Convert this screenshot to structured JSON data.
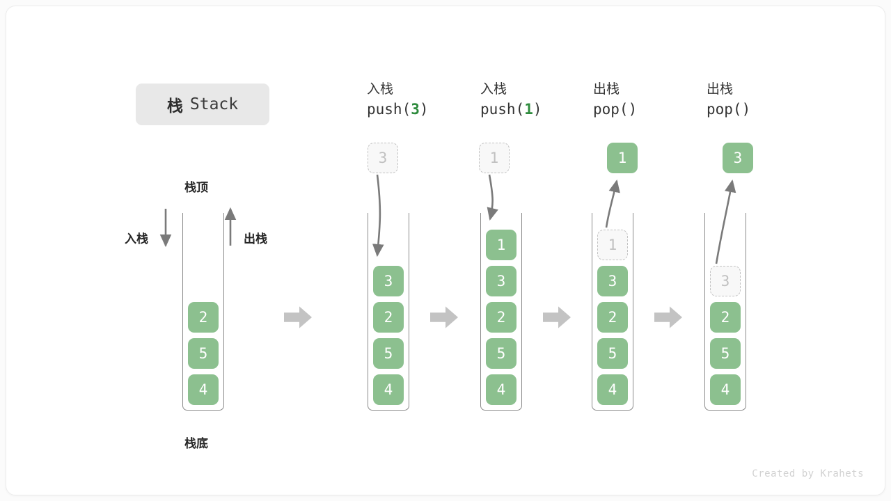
{
  "title": {
    "cn": "栈",
    "en": "Stack"
  },
  "labels": {
    "top": "栈顶",
    "bottom": "栈底",
    "push_side": "入栈",
    "pop_side": "出栈"
  },
  "footer": "Created by Krahets",
  "colors": {
    "element": "#8cc08f",
    "element_text": "#ffffff",
    "ghost_border": "#c2c2c2",
    "ghost_text": "#c0c0c0",
    "arrow": "#7a7a7a",
    "step_arrow": "#c3c3c3",
    "accent_code": "#2e8b3d",
    "chip_bg": "#e8e8e8"
  },
  "steps": [
    {
      "id": "initial",
      "op_cn": "",
      "op_code": "",
      "op_arg": "",
      "stack": [
        "2",
        "5",
        "4"
      ],
      "floating": null,
      "ghost_in_stack": null
    },
    {
      "id": "push-3",
      "op_cn": "入栈",
      "op_code_prefix": "push(",
      "op_arg": "3",
      "op_code_suffix": ")",
      "stack": [
        "3",
        "2",
        "5",
        "4"
      ],
      "floating": {
        "value": "3",
        "style": "ghost"
      },
      "ghost_in_stack": null
    },
    {
      "id": "push-1",
      "op_cn": "入栈",
      "op_code_prefix": "push(",
      "op_arg": "1",
      "op_code_suffix": ")",
      "stack": [
        "1",
        "3",
        "2",
        "5",
        "4"
      ],
      "floating": {
        "value": "1",
        "style": "ghost"
      },
      "ghost_in_stack": null
    },
    {
      "id": "pop-1",
      "op_cn": "出栈",
      "op_code_prefix": "pop(",
      "op_arg": "",
      "op_code_suffix": ")",
      "stack": [
        "3",
        "2",
        "5",
        "4"
      ],
      "floating": {
        "value": "1",
        "style": "filled"
      },
      "ghost_in_stack": {
        "value": "1",
        "slot": 0
      }
    },
    {
      "id": "pop-3",
      "op_cn": "出栈",
      "op_code_prefix": "pop(",
      "op_arg": "",
      "op_code_suffix": ")",
      "stack": [
        "2",
        "5",
        "4"
      ],
      "floating": {
        "value": "3",
        "style": "filled"
      },
      "ghost_in_stack": {
        "value": "3",
        "slot": 1
      }
    }
  ]
}
